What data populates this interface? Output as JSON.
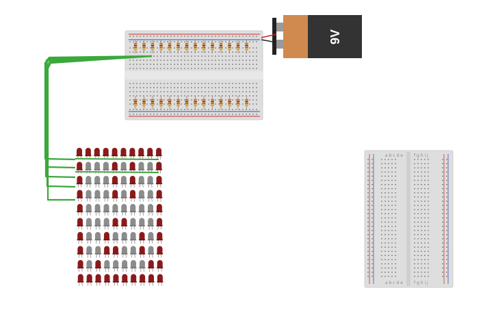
{
  "battery": {
    "label": "9V",
    "body_color": "#333333",
    "cap_color": "#d0894f",
    "terminal_color": "#9a9a9a"
  },
  "breadboard_large": {
    "color": "#dedede",
    "rail_red": "#cc3333",
    "rail_blue": "#3355aa"
  },
  "breadboard_small": {
    "left_letters": "a b c d e",
    "right_letters": "f g h i j",
    "color": "#dedede"
  },
  "wires": {
    "color": "#3aa83a"
  },
  "led_grid": {
    "rows": 10,
    "cols": 10,
    "on_color": "#8b1a1a",
    "off_color": "#8c8c8c",
    "pattern": [
      "1111111111",
      "1000101001",
      "1000101001",
      "1000101001",
      "1000000001",
      "1000110001",
      "1001000101",
      "1001100101",
      "1010000011",
      "1111111111"
    ]
  }
}
